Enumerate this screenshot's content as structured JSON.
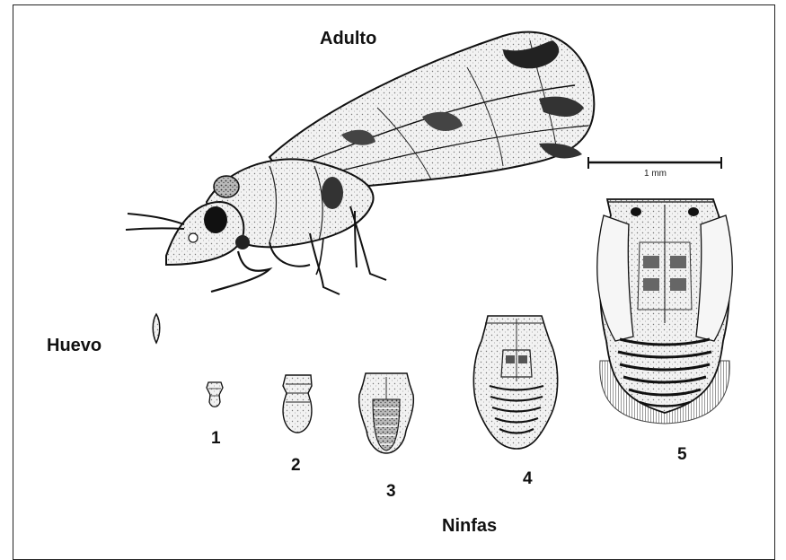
{
  "figure": {
    "title_adult": "Adulto",
    "label_egg": "Huevo",
    "label_nymphs": "Ninfas",
    "scale_bar_label": "1 mm",
    "nymph_stages": [
      "1",
      "2",
      "3",
      "4",
      "5"
    ]
  }
}
